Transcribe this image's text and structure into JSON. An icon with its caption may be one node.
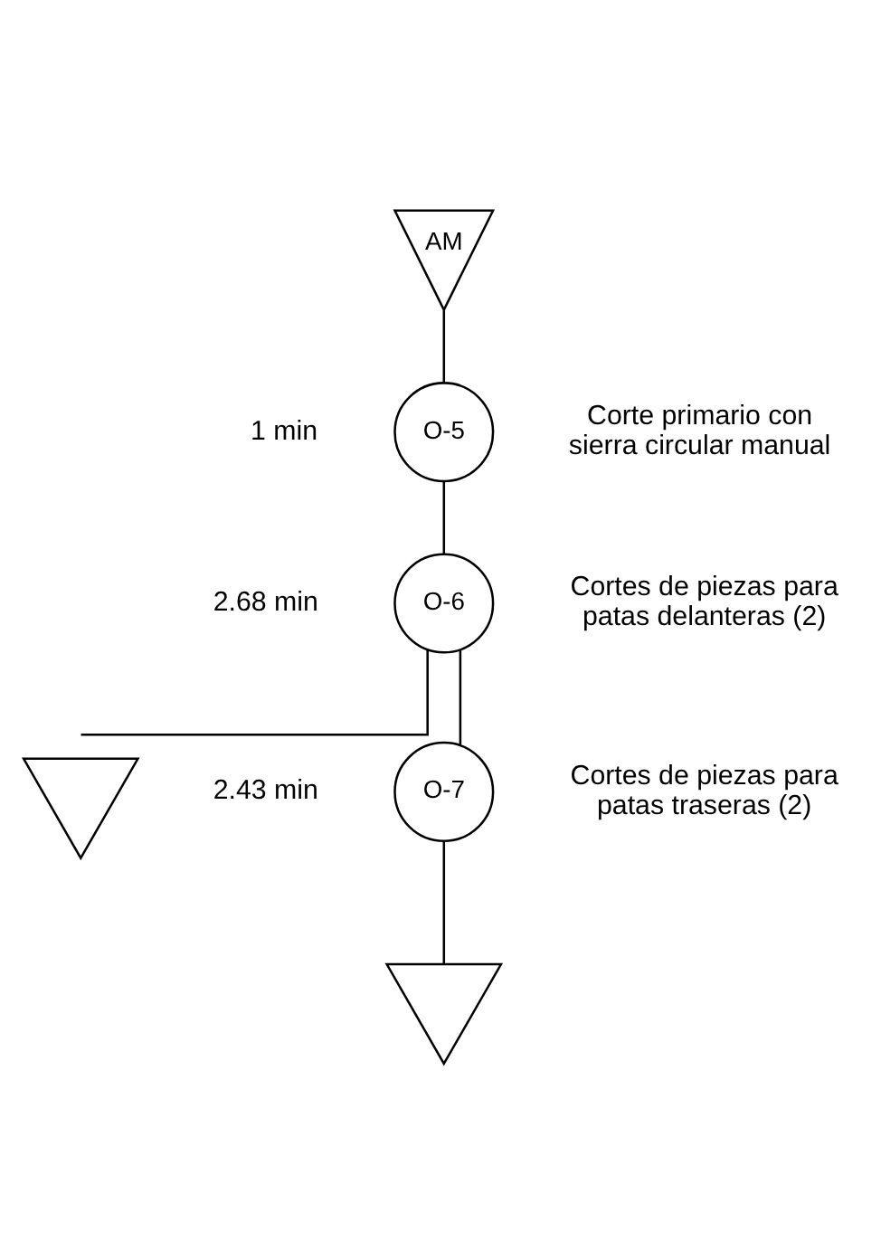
{
  "diagram": {
    "nodes": [
      {
        "text": [
          "AM"
        ]
      },
      {
        "text": [
          "O-5"
        ],
        "beside": [
          "1 min",
          "Corte primario con sierra circular manual"
        ]
      },
      {
        "text": [
          "O-6"
        ],
        "beside": [
          "2.68 min",
          "Cortes de piezas para patas delanteras (2)"
        ]
      },
      {
        "text": [],
        "shape": "triangle"
      },
      {
        "text": [
          "O-7"
        ],
        "beside": [
          "2.43 min",
          "Cortes de piezas para patas traseras (2)"
        ]
      },
      {
        "text": [],
        "shape": "triangle"
      }
    ],
    "edges": [
      {
        "from": 0,
        "to": 1,
        "arrow": "none"
      },
      {
        "from": 1,
        "to": 2,
        "arrow": "none"
      },
      {
        "from": 2,
        "to": 3,
        "arrow": "none"
      },
      {
        "from": 2,
        "to": 4,
        "arrow": "none"
      },
      {
        "from": 4,
        "to": 5,
        "arrow": "none"
      }
    ]
  }
}
